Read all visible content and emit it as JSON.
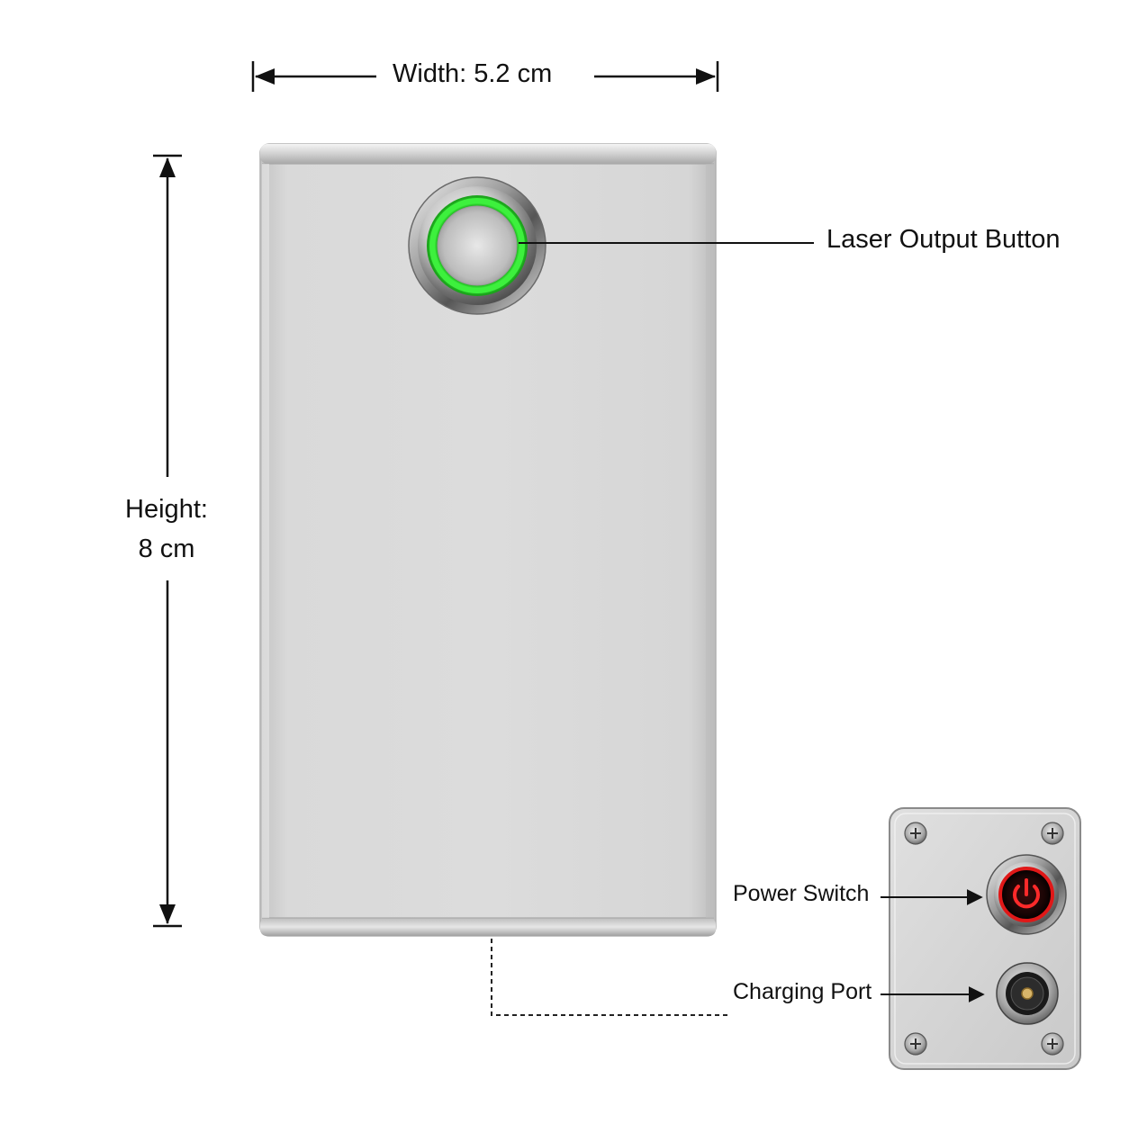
{
  "dimensions": {
    "width_label": "Width: 5.2 cm",
    "height_label_line1": "Height:",
    "height_label_line2": "8 cm"
  },
  "callouts": {
    "laser_output_button": "Laser Output Button",
    "power_switch": "Power Switch",
    "charging_port": "Charging Port"
  },
  "colors": {
    "body_silver": "#d6d6d6",
    "laser_ring_green": "#2bd92b",
    "power_ring_red": "#e01818",
    "line": "#111111"
  },
  "icons": {
    "power_symbol": "power-icon",
    "charging_port": "dc-jack-icon",
    "screws": "phillips-screw-icon"
  }
}
